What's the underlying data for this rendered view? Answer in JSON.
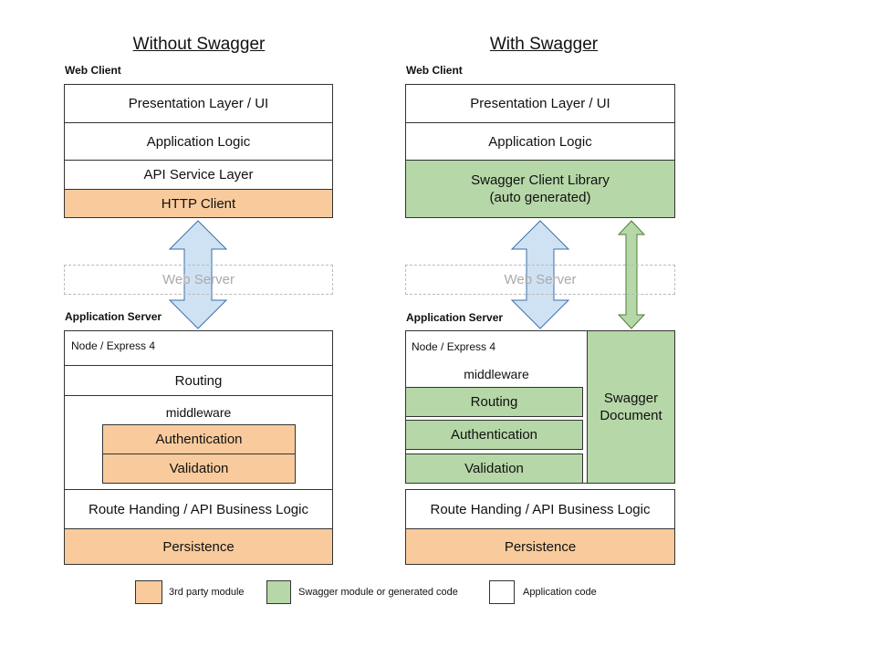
{
  "left": {
    "title": "Without Swagger",
    "web_client_label": "Web Client",
    "presentation": "Presentation Layer / UI",
    "app_logic": "Application Logic",
    "api_service": "API Service Layer",
    "http_client": "HTTP Client",
    "web_server": "Web Server",
    "app_server_label": "Application Server",
    "node_express": "Node / Express 4",
    "routing": "Routing",
    "middleware": "middleware",
    "authentication": "Authentication",
    "validation": "Validation",
    "route_handling": "Route Handing / API Business Logic",
    "persistence": "Persistence"
  },
  "right": {
    "title": "With Swagger",
    "web_client_label": "Web Client",
    "presentation": "Presentation Layer / UI",
    "app_logic": "Application Logic",
    "swagger_client": "Swagger Client Library\n(auto generated)",
    "web_server": "Web Server",
    "app_server_label": "Application Server",
    "node_express": "Node / Express 4",
    "middleware": "middleware",
    "routing": "Routing",
    "authentication": "Authentication",
    "validation": "Validation",
    "swagger_document": "Swagger\nDocument",
    "route_handling": "Route Handing / API Business Logic",
    "persistence": "Persistence"
  },
  "legend": {
    "third_party": "3rd party module",
    "swagger": "Swagger module or generated code",
    "app_code": "Application code"
  },
  "colors": {
    "third_party": "#f9cb9c",
    "swagger": "#b6d7a8",
    "app_code": "#ffffff",
    "arrow_blue": "#cfe2f3",
    "arrow_green": "#b6d7a8"
  }
}
